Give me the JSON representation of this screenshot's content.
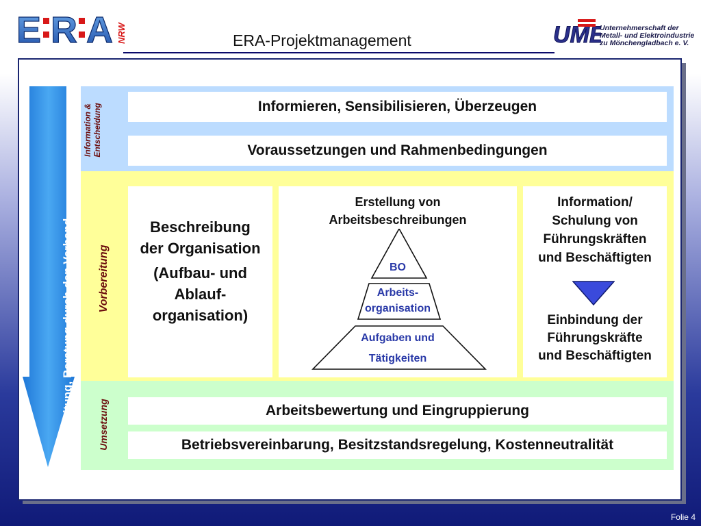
{
  "header": {
    "title": "ERA-Projektmanagement",
    "era_logo": {
      "letters": [
        "E",
        "R",
        "A"
      ],
      "suffix": "NRW"
    },
    "ume_logo": {
      "mark": "UME",
      "lines": [
        "Unternehmerschaft der",
        "Metall- und Elektroindustrie",
        "zu Mönchengladbach e. V."
      ]
    }
  },
  "side_arrow": {
    "label": "Begleitung, Beratung durch den Verband",
    "color": "#3399ee"
  },
  "phases": {
    "information": {
      "label_1": "Information &",
      "label_2": "Entscheidung",
      "color": "#bcdcff"
    },
    "preparation": {
      "label": "Vorbereitung",
      "color": "#ffff99"
    },
    "implementation": {
      "label": "Umsetzung",
      "color": "#ccffcc"
    }
  },
  "info_bars": [
    "Informieren, Sensibilisieren, Überzeugen",
    "Voraussetzungen und Rahmenbedingungen"
  ],
  "preparation_columns": {
    "organisation": {
      "line_1": "Beschreibung",
      "line_2": "der Organisation",
      "line_3": "(Aufbau- und",
      "line_4": "Ablauf-",
      "line_5": "organisation)"
    },
    "job_descriptions": {
      "line_1": "Erstellung von",
      "line_2": "Arbeitsbeschreibungen",
      "pyramid": {
        "top": "BO",
        "middle_1": "Arbeits-",
        "middle_2": "organisation",
        "bottom_1": "Aufgaben und",
        "bottom_2": "Tätigkeiten"
      }
    },
    "training": {
      "line_1": "Information/",
      "line_2": "Schulung von",
      "line_3": "Führungskräften",
      "line_4": "und Beschäftigten",
      "arrow_icon": "arrow-down-icon",
      "foot_1": "Einbindung der",
      "foot_2": "Führungskräfte",
      "foot_3": "und Beschäftigten"
    }
  },
  "implementation_bars": [
    "Arbeitsbewertung und Eingruppierung",
    "Betriebsvereinbarung, Besitzstandsregelung, Kostenneutralität"
  ],
  "footer": {
    "slide": "Folie 4"
  }
}
